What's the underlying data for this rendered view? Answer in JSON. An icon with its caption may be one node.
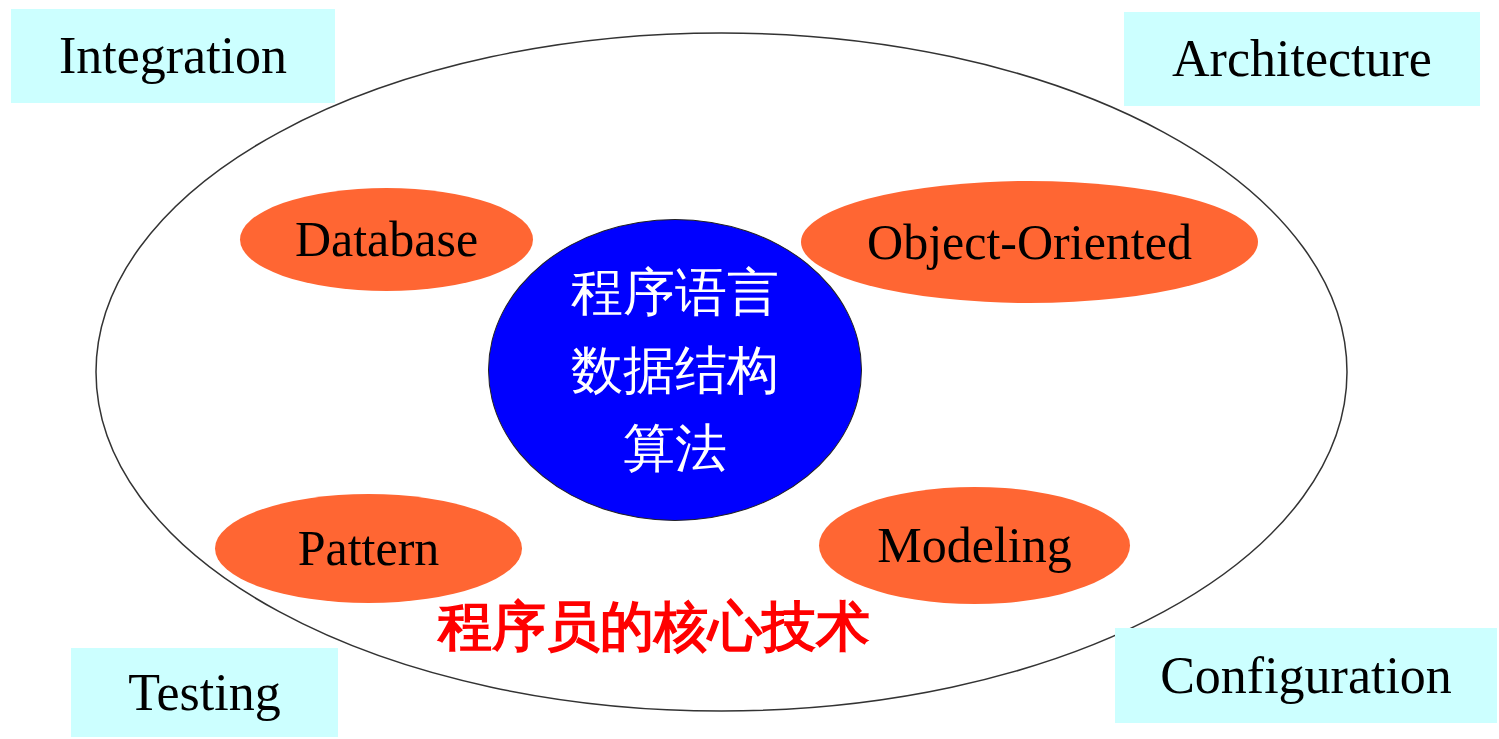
{
  "diagram": {
    "nodes": [
      {
        "text": [
          "Integration"
        ]
      },
      {
        "text": [
          "Architecture"
        ]
      },
      {
        "text": [
          "程序员的核心技术"
        ]
      },
      {
        "text": [
          "Database"
        ],
        "in": 2
      },
      {
        "text": [
          "Object-Oriented"
        ],
        "in": 2
      },
      {
        "text": [
          "程序语言数据结构算法"
        ],
        "in": 2
      },
      {
        "text": [
          "Pattern"
        ],
        "in": 2
      },
      {
        "text": [
          "Modeling"
        ],
        "in": 2
      },
      {
        "text": [
          "Testing"
        ]
      },
      {
        "text": [
          "Configuration"
        ]
      }
    ]
  }
}
